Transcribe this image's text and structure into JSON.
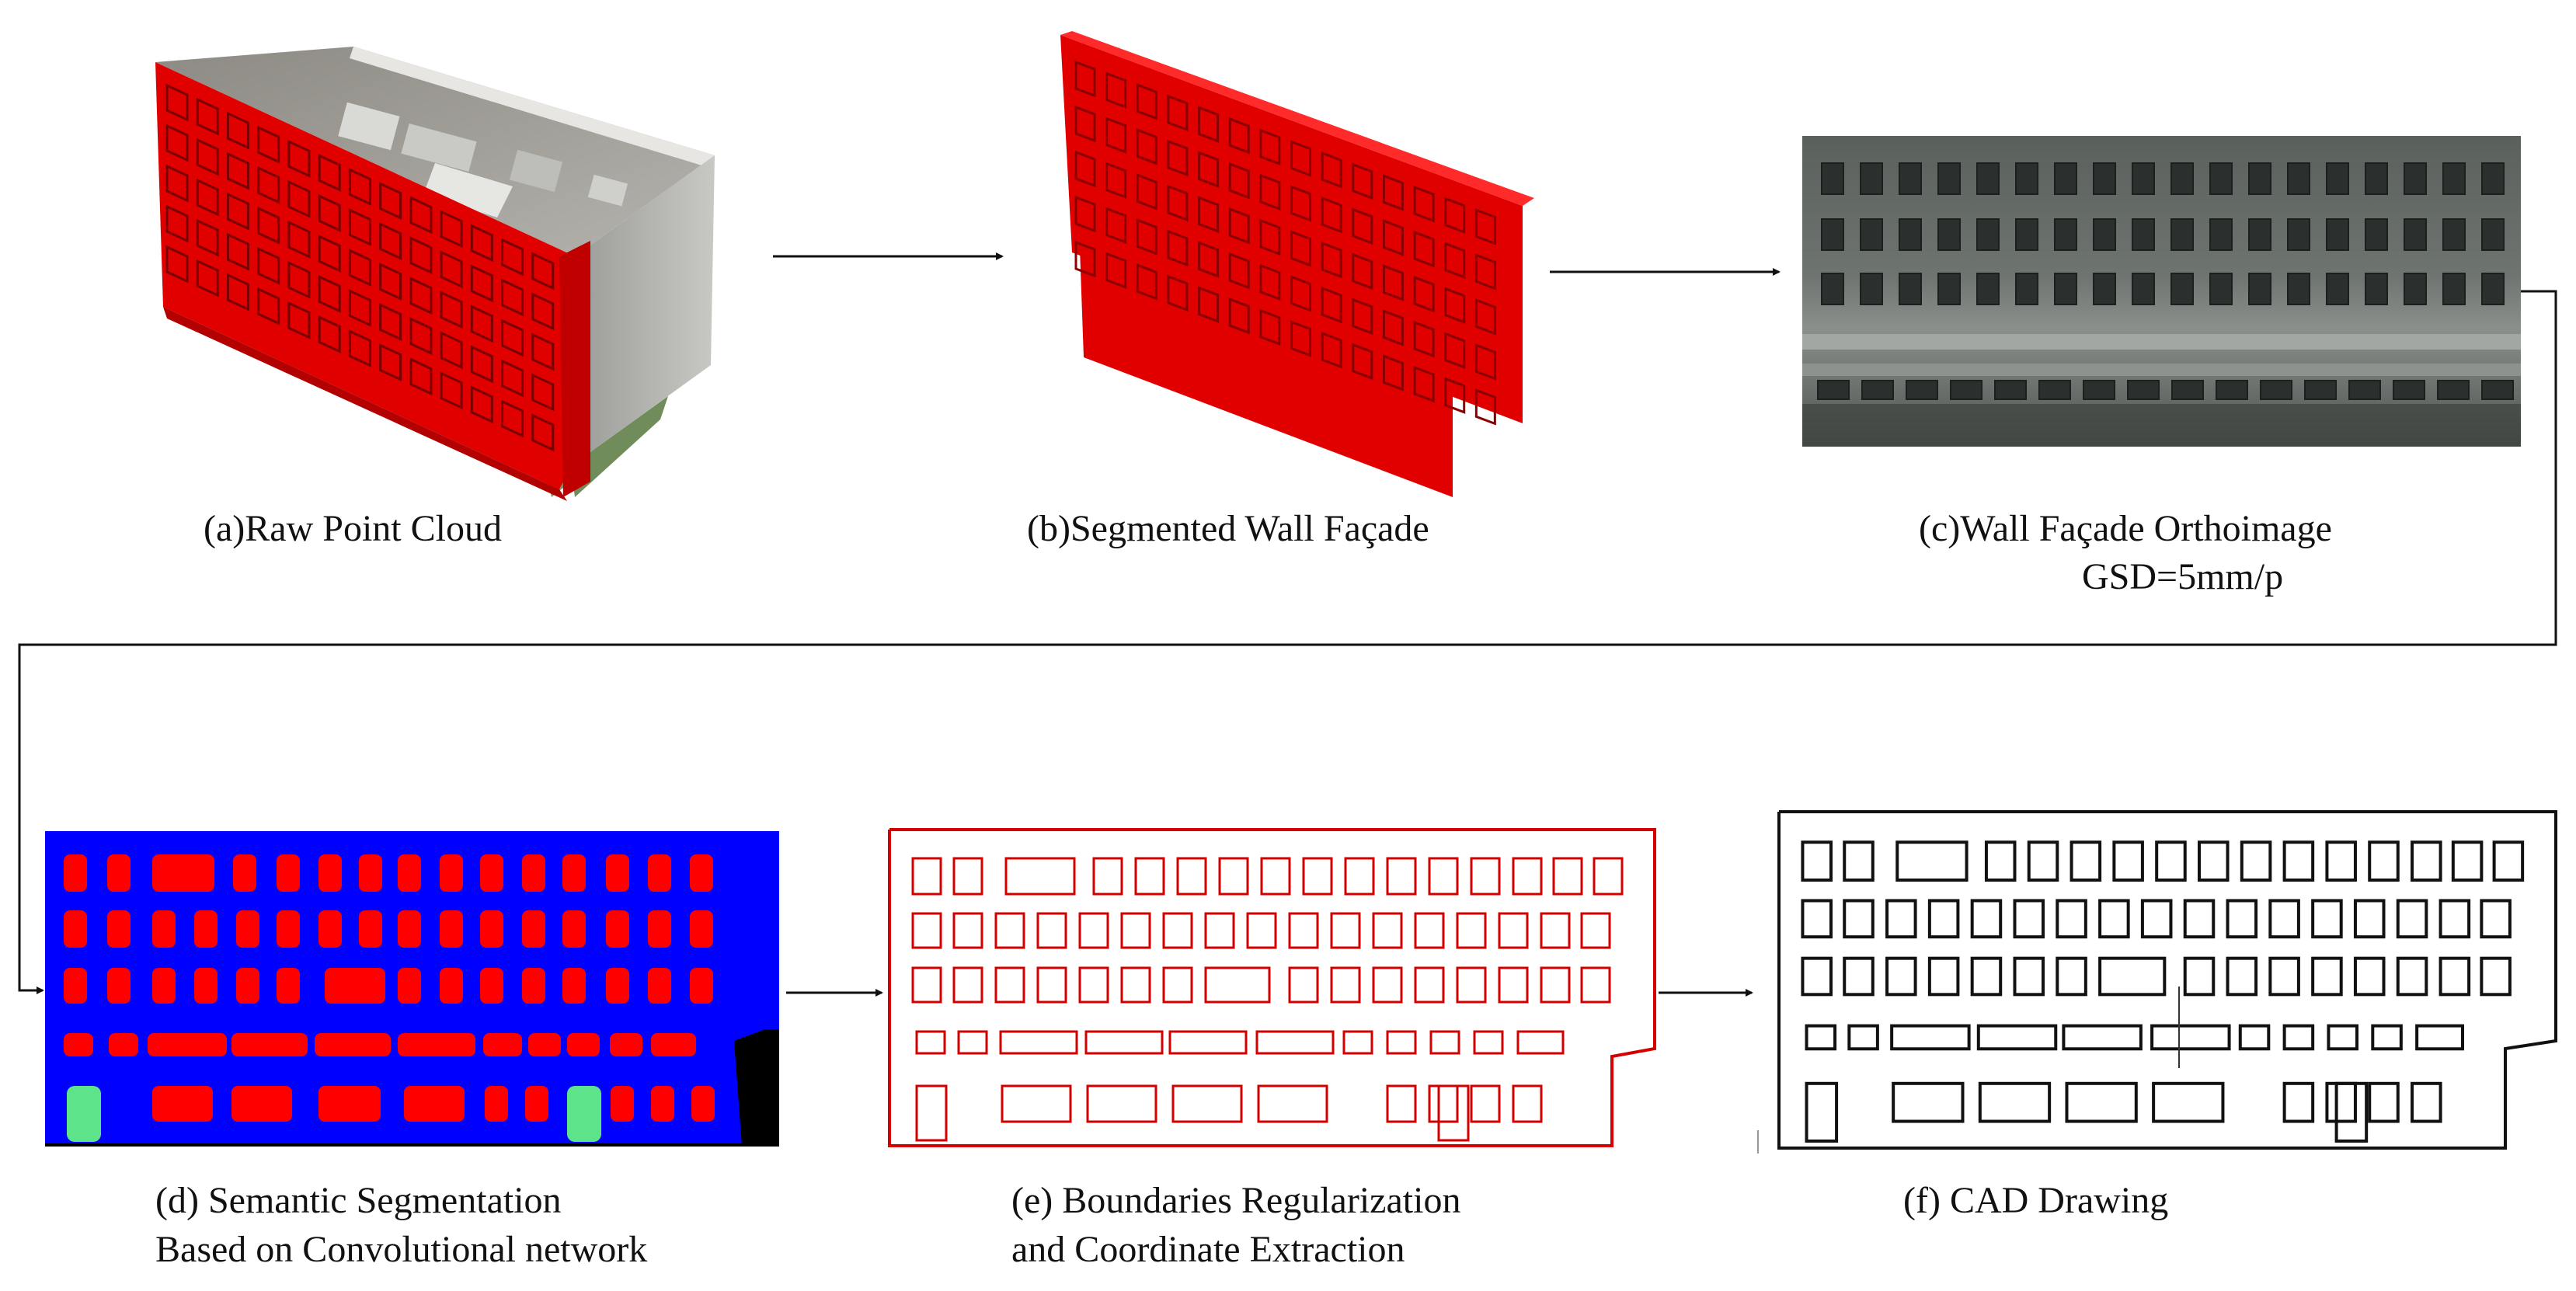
{
  "panels": {
    "a": {
      "caption": "(a)Raw Point Cloud"
    },
    "b": {
      "caption": "(b)Segmented Wall Façade"
    },
    "c": {
      "caption_line1": "(c)Wall Façade Orthoimage",
      "caption_line2": "GSD=5mm/p"
    },
    "d": {
      "caption_line1": "(d) Semantic Segmentation",
      "caption_line2": "Based on Convolutional network"
    },
    "e": {
      "caption_line1": "(e) Boundaries Regularization",
      "caption_line2": "and Coordinate Extraction"
    },
    "f": {
      "caption": "(f) CAD Drawing"
    }
  },
  "colors": {
    "segmented_wall": "#e00000",
    "window_class": "#ff0000",
    "wall_class": "#0000ff",
    "door_class": "#5de38a",
    "regularized_outline": "#d40000",
    "cad_line": "#111111"
  }
}
